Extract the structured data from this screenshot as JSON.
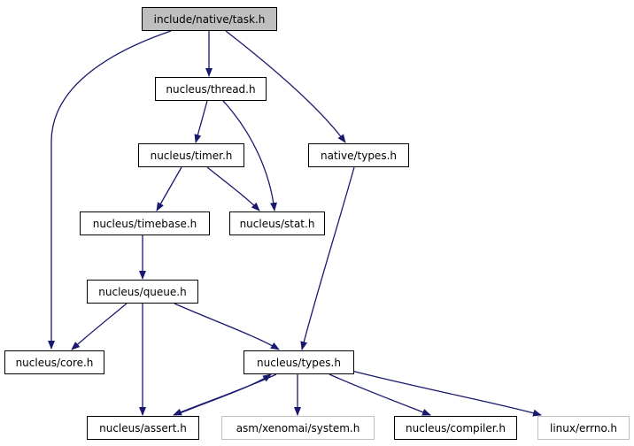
{
  "colors": {
    "edge": "#191970",
    "node_border": "#000000",
    "current_fill": "#bfbfbf",
    "external_border": "#bfbfbf"
  },
  "nodes": {
    "task": "include/native/task.h",
    "thread": "nucleus/thread.h",
    "timer": "nucleus/timer.h",
    "native_types": "native/types.h",
    "timebase": "nucleus/timebase.h",
    "stat": "nucleus/stat.h",
    "queue": "nucleus/queue.h",
    "core": "nucleus/core.h",
    "types": "nucleus/types.h",
    "assert": "nucleus/assert.h",
    "asm_system": "asm/xenomai/system.h",
    "compiler": "nucleus/compiler.h",
    "errno": "linux/errno.h"
  },
  "edges": [
    [
      "task",
      "thread"
    ],
    [
      "task",
      "core"
    ],
    [
      "task",
      "native_types"
    ],
    [
      "thread",
      "timer"
    ],
    [
      "thread",
      "stat"
    ],
    [
      "timer",
      "timebase"
    ],
    [
      "timer",
      "stat"
    ],
    [
      "timebase",
      "queue"
    ],
    [
      "queue",
      "core"
    ],
    [
      "queue",
      "types"
    ],
    [
      "queue",
      "assert"
    ],
    [
      "native_types",
      "types"
    ],
    [
      "types",
      "assert"
    ],
    [
      "assert",
      "types"
    ],
    [
      "types",
      "asm_system"
    ],
    [
      "types",
      "compiler"
    ],
    [
      "types",
      "errno"
    ]
  ]
}
